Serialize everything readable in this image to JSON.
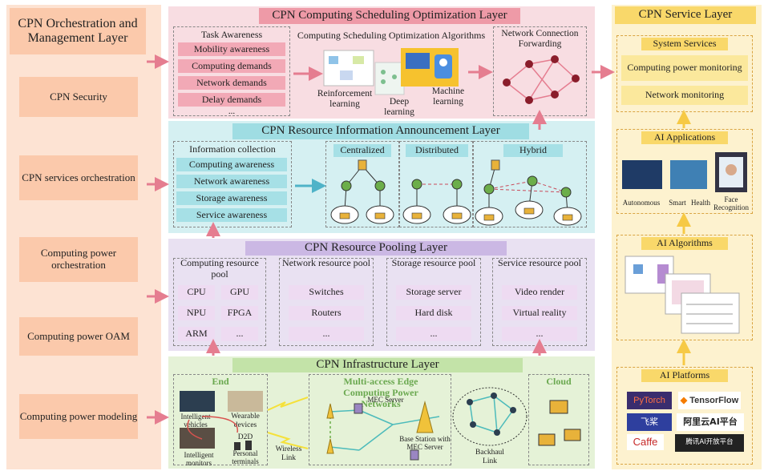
{
  "left_column": {
    "title": "CPN Orchestration and Management Layer",
    "items": [
      "CPN Security",
      "CPN services orchestration",
      "Computing power orchestration",
      "Computing power OAM",
      "Computing power modeling"
    ]
  },
  "scheduling": {
    "title": "CPN Computing Scheduling Optimization Layer",
    "task_title": "Task Awareness",
    "tasks": [
      "Mobility awareness",
      "Computing demands",
      "Network demands",
      "Delay demands",
      "..."
    ],
    "algorithms_title": "Computing Scheduling Optimization Algorithms",
    "algorithms": [
      "Reinforcement learning",
      "Deep learning",
      "Machine learning"
    ],
    "forwarding_title": "Network Connection Forwarding"
  },
  "resource_info": {
    "title": "CPN Resource Information Announcement Layer",
    "collection_title": "Information collection",
    "collections": [
      "Computing awareness",
      "Network awareness",
      "Storage awareness",
      "Service awareness"
    ],
    "modes": [
      "Centralized",
      "Distributed",
      "Hybrid"
    ]
  },
  "pooling": {
    "title": "CPN Resource Pooling Layer",
    "pools": [
      {
        "title": "Computing resource pool",
        "items": [
          "CPU",
          "GPU",
          "NPU",
          "FPGA",
          "ARM",
          "..."
        ]
      },
      {
        "title": "Network resource pool",
        "items": [
          "Switches",
          "Routers",
          "..."
        ]
      },
      {
        "title": "Storage resource pool",
        "items": [
          "Storage server",
          "Hard disk",
          "..."
        ]
      },
      {
        "title": "Service resource pool",
        "items": [
          "Video render",
          "Virtual reality",
          "..."
        ]
      }
    ]
  },
  "infrastructure": {
    "title": "CPN Infrastructure Layer",
    "end_title": "End",
    "end_items": [
      "Intelligent vehicles",
      "Wearable devices",
      "D2D",
      "Intelligent monitors",
      "Personal terminals"
    ],
    "wireless_link": "Wireless Link",
    "mec_title": "Multi-access Edge Computing Power Networks",
    "mec_server": "MEC Server",
    "base_station": "Base Station with MEC Server",
    "backhaul": "Backhaul Link",
    "cloud_title": "Cloud"
  },
  "service": {
    "title": "CPN Service Layer",
    "system_title": "System Services",
    "system_items": [
      "Computing power monitoring",
      "Network monitoring"
    ],
    "apps_title": "AI Applications",
    "apps": [
      "Autonomous",
      "Smart",
      "Health",
      "Face Recognition"
    ],
    "algorithms_title": "AI Algorithms",
    "platforms_title": "AI Platforms",
    "platforms": [
      "PyTorch",
      "TensorFlow",
      "飞桨",
      "阿里云AI平台",
      "Caffe",
      "腾讯AI开放平台"
    ]
  },
  "colors": {
    "left_bg": "#fde3d3",
    "left_box": "#fbc9ab",
    "arrow": "#e57d90",
    "sched_bg": "#f8dde2",
    "sched_title": "#ee9aa7",
    "sched_item": "#f2a9b6",
    "info_bg": "#d5f0f2",
    "info_title": "#9fdde3",
    "info_item": "#a6e0e6",
    "pool_bg": "#e9e1f2",
    "pool_title": "#cbb8e4",
    "pool_item": "#eedbf2",
    "infra_bg": "#e5f2d7",
    "infra_title": "#c3e3a8",
    "service_bg": "#fdf2cf",
    "service_title": "#f9d86a",
    "service_item": "#fbe89c"
  }
}
